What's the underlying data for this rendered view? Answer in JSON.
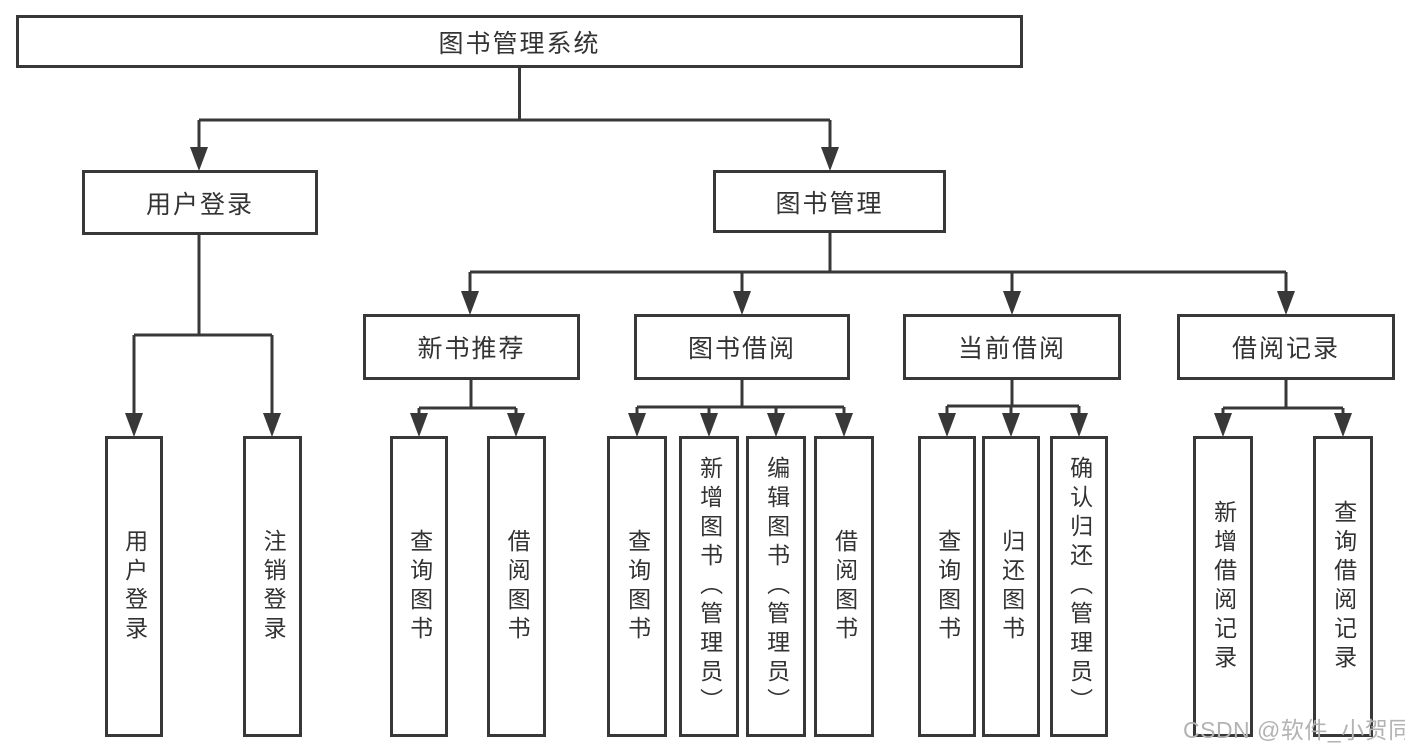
{
  "diagram": {
    "type": "tree",
    "root": {
      "label": "图书管理系统"
    },
    "level2": [
      {
        "id": "user_login",
        "label": "用户登录",
        "parent": "图书管理系统"
      },
      {
        "id": "book_management",
        "label": "图书管理",
        "parent": "图书管理系统"
      }
    ],
    "level3": [
      {
        "id": "new_books",
        "label": "新书推荐",
        "parent": "图书管理"
      },
      {
        "id": "book_borrowing",
        "label": "图书借阅",
        "parent": "图书管理"
      },
      {
        "id": "current_borrowing",
        "label": "当前借阅",
        "parent": "图书管理"
      },
      {
        "id": "borrowing_records",
        "label": "借阅记录",
        "parent": "图书管理"
      }
    ],
    "leaves": {
      "user_login": [
        {
          "label": "用户登录"
        },
        {
          "label": "注销登录"
        }
      ],
      "new_books": [
        {
          "label": "查询图书"
        },
        {
          "label": "借阅图书"
        }
      ],
      "book_borrowing": [
        {
          "label": "查询图书"
        },
        {
          "label": "新增图书（管理员）"
        },
        {
          "label": "编辑图书（管理员）"
        },
        {
          "label": "借阅图书"
        }
      ],
      "current_borrowing": [
        {
          "label": "查询图书"
        },
        {
          "label": "归还图书"
        },
        {
          "label": "确认归还（管理员）"
        }
      ],
      "borrowing_records": [
        {
          "label": "新增借阅记录"
        },
        {
          "label": "查询借阅记录"
        }
      ]
    }
  },
  "watermark": {
    "text": "CSDN @软件_小贺同学"
  },
  "colors": {
    "line": "#383838",
    "text": "#333333",
    "box_fill": "#ffffff",
    "background": "#ffffff",
    "watermark": "#b3b3b3"
  }
}
